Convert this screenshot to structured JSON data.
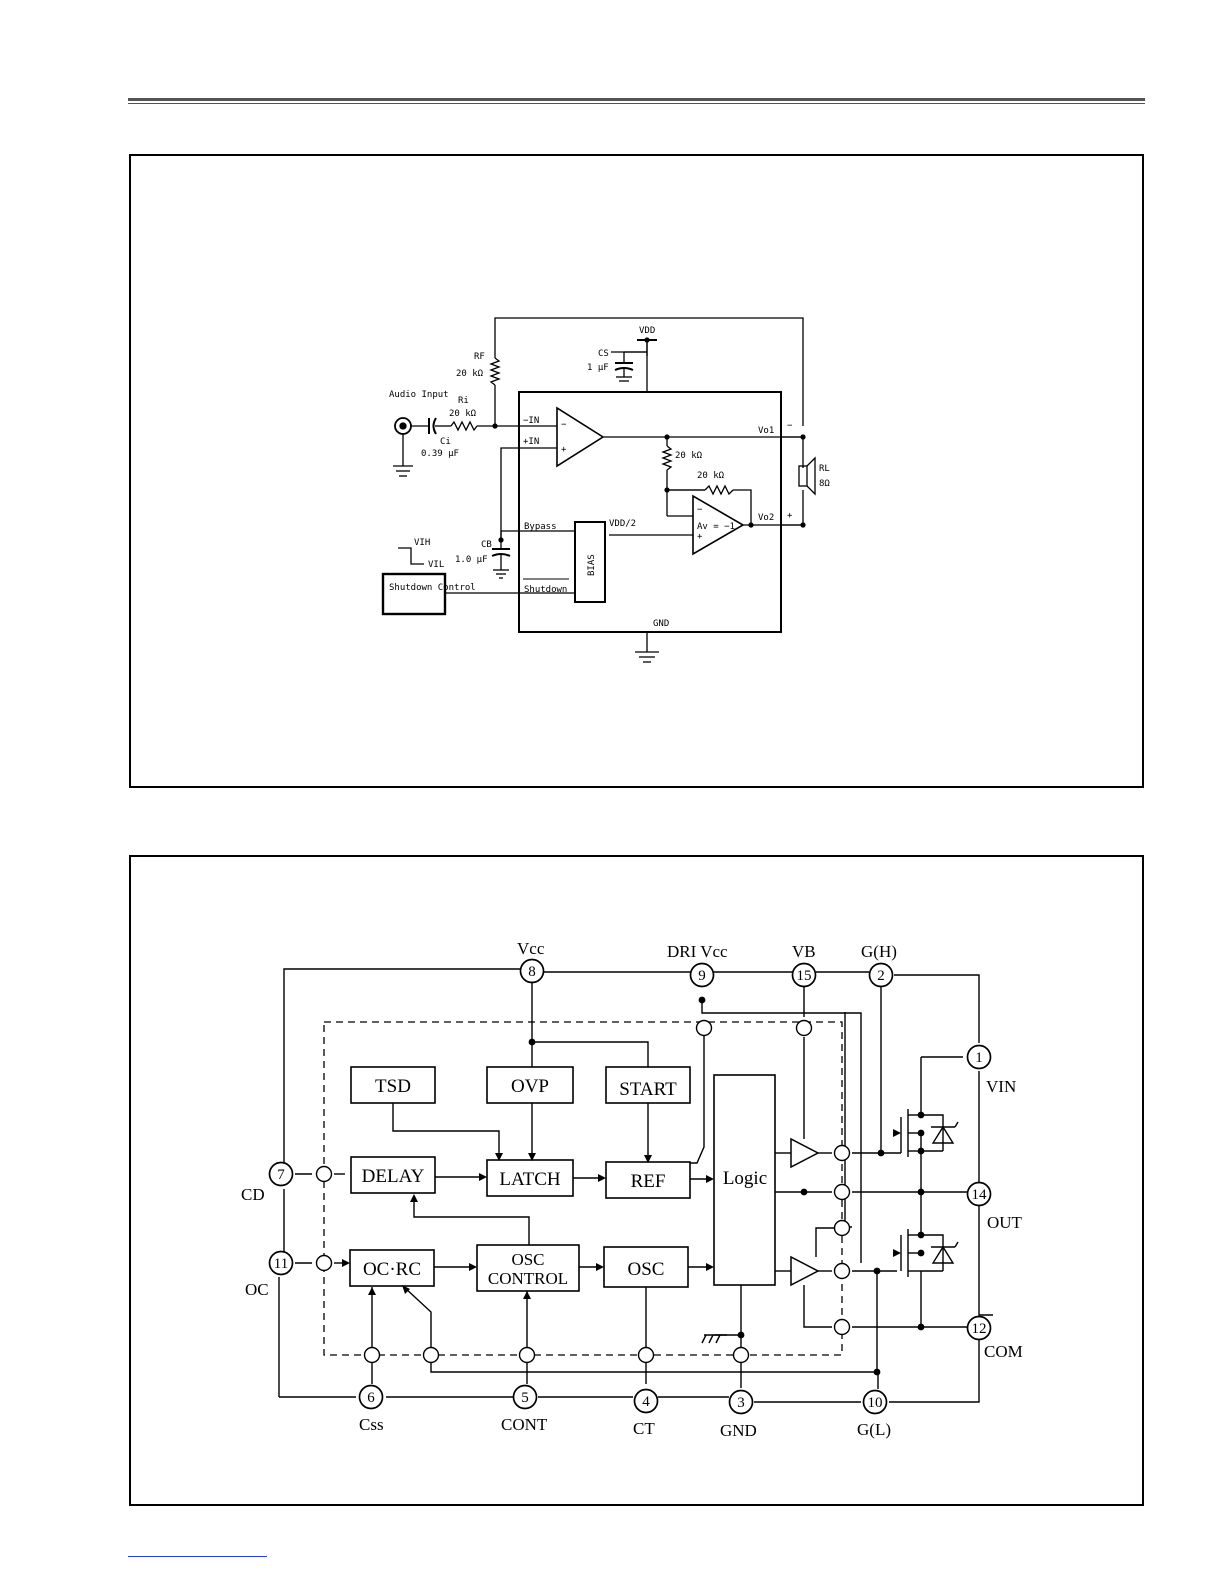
{
  "schematic": {
    "audio_input": "Audio Input",
    "ci_name": "Ci",
    "ci_value": "0.39 µF",
    "ri_name": "Ri",
    "ri_value": "20 kΩ",
    "rf_name": "RF",
    "rf_value": "20 kΩ",
    "cs_name": "CS",
    "cs_value": "1 µF",
    "vdd": "VDD",
    "minus_in": "−IN",
    "plus_in": "+IN",
    "vo1": "Vo1",
    "vo2": "Vo2",
    "r_mid": "20 kΩ",
    "r_fb": "20 kΩ",
    "av": "Av = −1",
    "rl_name": "RL",
    "rl_value": "8Ω",
    "bypass": "Bypass",
    "vdd_half": "VDD/2",
    "bias": "BIAS",
    "cb_name": "CB",
    "cb_value": "1.0 µF",
    "vih": "VIH",
    "vil": "VIL",
    "shutdown_control": "Shutdown Control",
    "shutdown_pin": "Shutdown",
    "gnd": "GND",
    "minus_sign": "−",
    "plus_sign": "+",
    "op_minus": "−",
    "op_plus": "+"
  },
  "block_diagram": {
    "blocks": {
      "tsd": "TSD",
      "ovp": "OVP",
      "start": "START",
      "delay": "DELAY",
      "latch": "LATCH",
      "ref": "REF",
      "logic": "Logic",
      "ocrc": "OC·RC",
      "osc_control_1": "OSC",
      "osc_control_2": "CONTROL",
      "osc": "OSC"
    },
    "pins": [
      {
        "num": "8",
        "label": "Vcc"
      },
      {
        "num": "9",
        "label": "DRI Vcc"
      },
      {
        "num": "15",
        "label": "VB"
      },
      {
        "num": "2",
        "label": "G(H)"
      },
      {
        "num": "1",
        "label": "VIN"
      },
      {
        "num": "7",
        "label": "CD"
      },
      {
        "num": "14",
        "label": "OUT"
      },
      {
        "num": "11",
        "label": "OC"
      },
      {
        "num": "12",
        "label": "COM"
      },
      {
        "num": "6",
        "label": "Css"
      },
      {
        "num": "5",
        "label": "CONT"
      },
      {
        "num": "4",
        "label": "CT"
      },
      {
        "num": "3",
        "label": "GND"
      },
      {
        "num": "10",
        "label": "G(L)"
      }
    ]
  }
}
